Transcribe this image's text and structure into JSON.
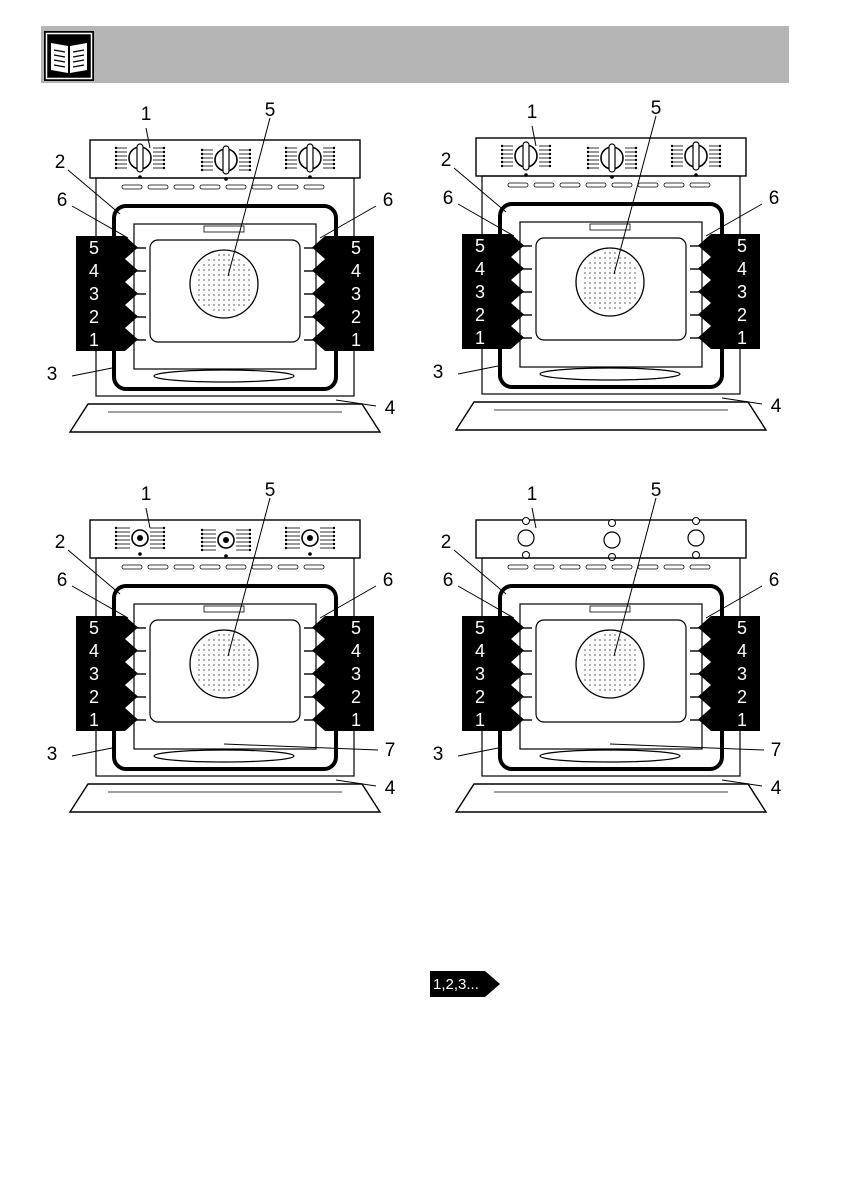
{
  "header": {
    "icon": "book-icon"
  },
  "colors": {
    "header_bg": "#b5b5b5",
    "tag_bg": "#000000",
    "tag_text": "#ffffff"
  },
  "panels": [
    {
      "id": "oven-a",
      "knob_style": "large",
      "labels": {
        "control_panel": "1",
        "upper_frame": "2",
        "lower_frame": "3",
        "door": "4",
        "fan": "5",
        "left_guides": "6",
        "right_guides": "6",
        "bottom": ""
      },
      "levels": [
        "5",
        "4",
        "3",
        "2",
        "1"
      ]
    },
    {
      "id": "oven-b",
      "knob_style": "large",
      "labels": {
        "control_panel": "1",
        "upper_frame": "2",
        "lower_frame": "3",
        "door": "4",
        "fan": "5",
        "left_guides": "6",
        "right_guides": "6",
        "bottom": ""
      },
      "levels": [
        "5",
        "4",
        "3",
        "2",
        "1"
      ]
    },
    {
      "id": "oven-c",
      "knob_style": "small",
      "labels": {
        "control_panel": "1",
        "upper_frame": "2",
        "lower_frame": "3",
        "door": "4",
        "fan": "5",
        "left_guides": "6",
        "right_guides": "6",
        "bottom": "7"
      },
      "levels": [
        "5",
        "4",
        "3",
        "2",
        "1"
      ]
    },
    {
      "id": "oven-d",
      "knob_style": "plain",
      "labels": {
        "control_panel": "1",
        "upper_frame": "2",
        "lower_frame": "3",
        "door": "4",
        "fan": "5",
        "left_guides": "6",
        "right_guides": "6",
        "bottom": "7"
      },
      "levels": [
        "5",
        "4",
        "3",
        "2",
        "1"
      ]
    }
  ],
  "legend": {
    "text": "1,2,3..."
  }
}
